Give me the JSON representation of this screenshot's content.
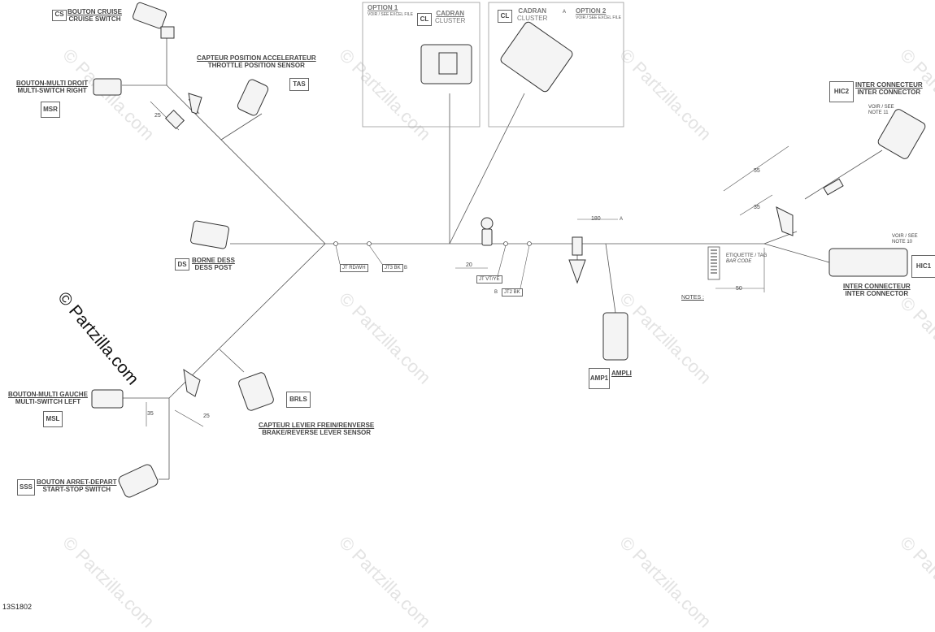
{
  "watermark": "© Partzilla.com",
  "part_number": "13S1802",
  "components": {
    "cs": {
      "code": "CS",
      "fr": "BOUTON CRUISE",
      "en": "CRUISE SWITCH"
    },
    "tas": {
      "code": "TAS",
      "fr": "CAPTEUR POSITION ACCELERATEUR",
      "en": "THROTTLE POSITION SENSOR"
    },
    "msr": {
      "code": "MSR",
      "fr": "BOUTON-MULTI DROIT",
      "en": "MULTI-SWITCH RIGHT"
    },
    "ds": {
      "code": "DS",
      "fr": "BORNE DESS",
      "en": "DESS POST"
    },
    "msl": {
      "code": "MSL",
      "fr": "BOUTON-MULTI GAUCHE",
      "en": "MULTI-SWITCH LEFT"
    },
    "brls": {
      "code": "BRLS",
      "fr": "CAPTEUR LEVIER FREIN/RENVERSE",
      "en": "BRAKE/REVERSE LEVER SENSOR"
    },
    "sss": {
      "code": "SSS",
      "fr": "BOUTON ARRET-DEPART",
      "en": "START-STOP SWITCH"
    },
    "amp1": {
      "code": "AMP1",
      "fr": "AMPLI"
    },
    "hic1": {
      "code": "HIC1",
      "fr": "INTER CONNECTEUR",
      "en": "INTER CONNECTOR"
    },
    "hic2": {
      "code": "HIC2",
      "fr": "INTER CONNECTEUR",
      "en": "INTER CONNECTOR"
    }
  },
  "options": [
    {
      "title": "OPTION 1",
      "note": "VOIR / SEE EXCEL FILE",
      "code": "CL",
      "fr": "CADRAN",
      "en": "CLUSTER"
    },
    {
      "title": "OPTION 2",
      "note": "VOIR / SEE EXCEL FILE",
      "code": "CL",
      "fr": "CADRAN",
      "en": "CLUSTER",
      "flag": "A"
    }
  ],
  "splices": [
    {
      "label": "JT RD/WH"
    },
    {
      "label": "JT3 BK",
      "flag": "B"
    },
    {
      "label": "JT VT/YE"
    },
    {
      "label": "JT2 BK",
      "flag": "B"
    }
  ],
  "dimensions": {
    "msr_branch": "25",
    "msl_branch_a": "35",
    "msl_branch_b": "25",
    "clip": "20",
    "amp_offset": "180",
    "amp_flag": "A",
    "hic2_long": "55",
    "hic2_short": "35",
    "tag_offset": "50"
  },
  "tag": {
    "line1": "ETIQUETTE / TAG",
    "line2": "BAR CODE"
  },
  "notes_label": "NOTES :",
  "voir_note_11": [
    "VOIR / SEE",
    "NOTE 11"
  ],
  "voir_note_10": [
    "VOIR / SEE",
    "NOTE 10"
  ]
}
